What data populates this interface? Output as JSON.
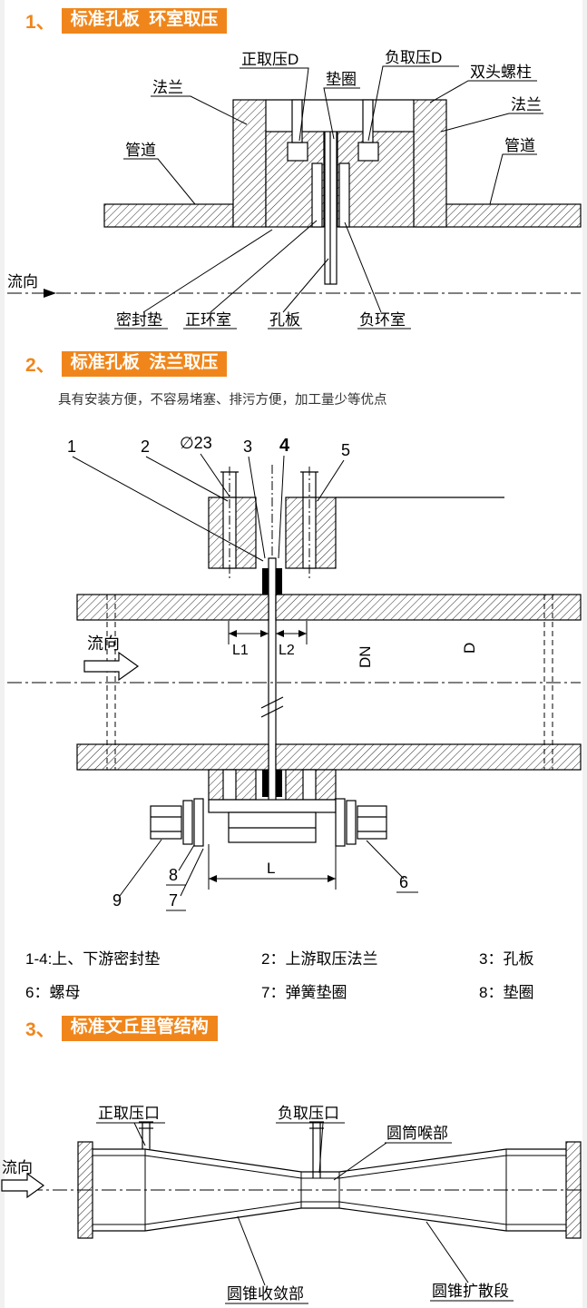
{
  "accent": "#f0861b",
  "sections": {
    "s1": {
      "num": "1、",
      "title": "标准孔板  环室取压",
      "labels": {
        "pos_tap": "正取压D",
        "neg_tap": "负取压D",
        "washer": "垫圈",
        "stud": "双头螺柱",
        "flange_l": "法兰",
        "flange_r": "法兰",
        "pipe_l": "管道",
        "pipe_r": "管道",
        "flow": "流向",
        "seal_gasket": "密封垫",
        "pos_chamber": "正环室",
        "orifice_plate": "孔板",
        "neg_chamber": "负环室"
      }
    },
    "s2": {
      "num": "2、",
      "title": "标准孔板  法兰取压",
      "subtitle": "具有安装方便，不容易堵塞、排污方便，加工量少等优点",
      "labels": {
        "n1": "1",
        "n2": "2",
        "dia23": "∅23",
        "n3": "3",
        "n4": "4",
        "n5": "5",
        "n6": "6",
        "n7": "7",
        "n8": "8",
        "n9": "9",
        "flow": "流向",
        "L1": "L1",
        "L2": "L2",
        "L": "L",
        "DN": "DN",
        "D": "D"
      },
      "legend": {
        "r1c1": "1-4:上、下游密封垫",
        "r1c2": "2：上游取压法兰",
        "r1c3": "3：孔板",
        "r2c1": "6：螺母",
        "r2c2": "7：弹簧垫圈",
        "r2c3": "8：垫圈"
      }
    },
    "s3": {
      "num": "3、",
      "title": "标准文丘里管结构",
      "labels": {
        "pos_port": "正取压口",
        "neg_port": "负取压口",
        "throat": "圆筒喉部",
        "flow": "流向",
        "convergent": "圆锥收敛部",
        "divergent": "圆锥扩散段"
      }
    }
  }
}
